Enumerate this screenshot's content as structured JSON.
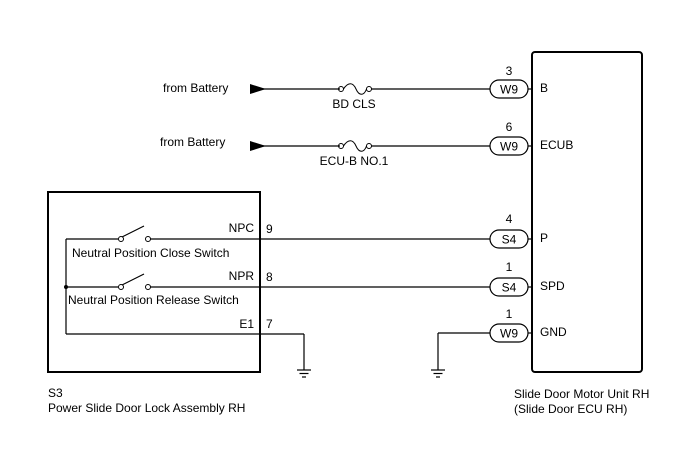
{
  "sources": [
    {
      "label": "from Battery",
      "fuse": "BD CLS"
    },
    {
      "label": "from Battery",
      "fuse": "ECU-B NO.1"
    }
  ],
  "ecu": {
    "name": "Slide Door Motor Unit RH",
    "subname": "(Slide Door ECU RH)",
    "pins": [
      {
        "pin": "3",
        "connector": "W9",
        "terminal": "B"
      },
      {
        "pin": "6",
        "connector": "W9",
        "terminal": "ECUB"
      },
      {
        "pin": "4",
        "connector": "S4",
        "terminal": "P"
      },
      {
        "pin": "1",
        "connector": "S4",
        "terminal": "SPD"
      },
      {
        "pin": "1",
        "connector": "W9",
        "terminal": "GND"
      }
    ]
  },
  "lock": {
    "code": "S3",
    "name": "Power Slide Door Lock Assembly RH",
    "switches": [
      {
        "label": "Neutral Position Close Switch",
        "terminal": "NPC",
        "pin": "9"
      },
      {
        "label": "Neutral Position Release Switch",
        "terminal": "NPR",
        "pin": "8"
      }
    ],
    "ground": {
      "terminal": "E1",
      "pin": "7"
    }
  }
}
